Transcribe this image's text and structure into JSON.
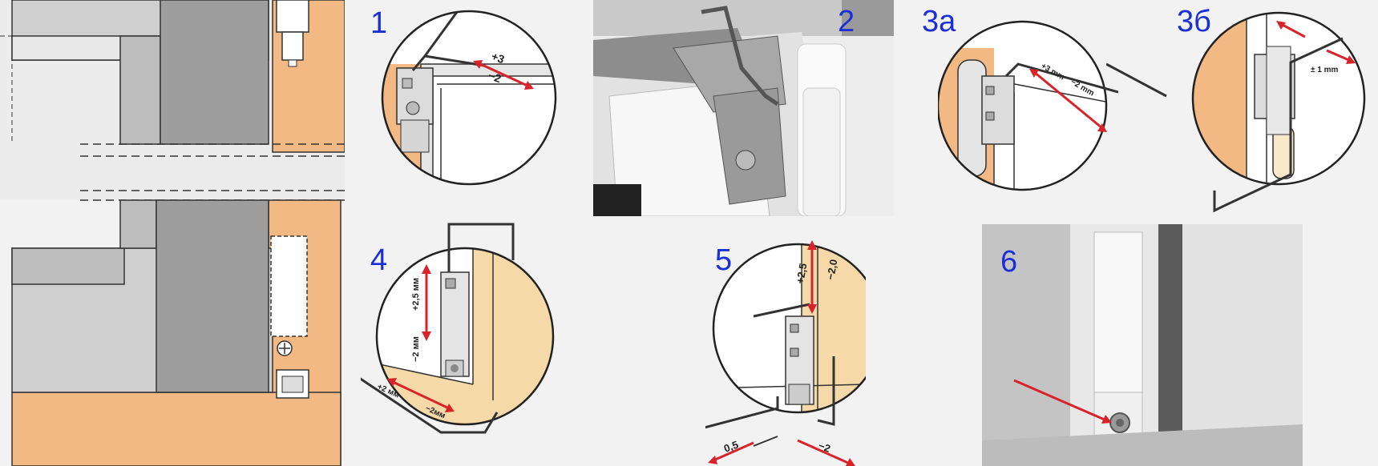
{
  "step_numbers": {
    "s1": "1",
    "s2": "2",
    "s3a": "3а",
    "s3b": "3б",
    "s4": "4",
    "s5": "5",
    "s6": "6"
  },
  "labels": {
    "s1_plus": "+3",
    "s1_minus": "−2",
    "s3a_plus": "+3 mm",
    "s3a_minus": "−2 mm",
    "s3b_plus_minus": "± 1 mm",
    "s4_plus_vertical": "+2,5 мм",
    "s4_minus_vertical": "−2 мм",
    "s4_plus_horizontal": "+2 мм",
    "s4_minus_horizontal": "−2мм",
    "s5_plus_vertical": "+2,5",
    "s5_minus_vertical": "−2,0",
    "s5_left_value": "0,5",
    "s5_right_value": "−2"
  },
  "colors": {
    "step_number": "#1a2fd8",
    "arrow": "#d8232a",
    "wood": "#f3b985",
    "frame_gray": "#c8c8c8",
    "wall_gray": "#9e9e9e"
  }
}
